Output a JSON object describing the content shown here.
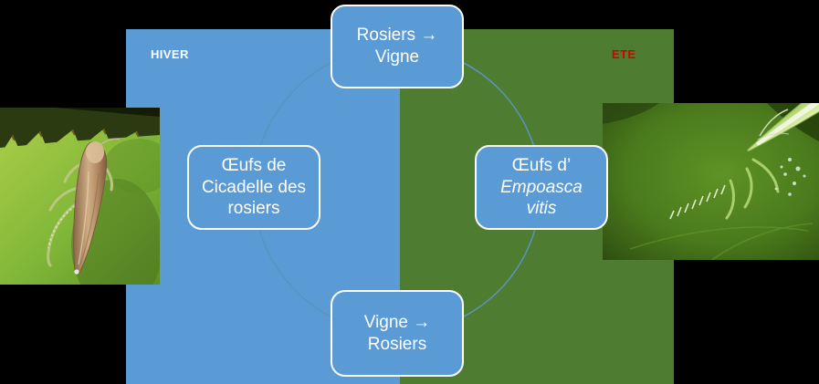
{
  "diagram": {
    "seasons": {
      "winter": {
        "label": "HIVER",
        "panel_color": "#5b9bd5",
        "label_color": "#ffffff"
      },
      "summer": {
        "label": "ETE",
        "panel_color": "#4e7c31",
        "label_color": "#d40000"
      }
    },
    "cycle_nodes": {
      "top": "Rosiers → Vigne",
      "left": "Œufs de Cicadelle des rosiers",
      "right": {
        "prefix": "Œufs d’",
        "species": "Empoasca vitis"
      },
      "bottom": "Vigne → Rosiers"
    },
    "colors": {
      "cycle_circle": "#5b93be",
      "node_fill": "#5b9bd5",
      "node_border": "#ffffff",
      "node_text": "#ffffff"
    },
    "images": {
      "left_photo": "brown-rose-leafhopper-on-leaf",
      "right_photo": "green-grape-leafhopper-on-leaf"
    }
  }
}
